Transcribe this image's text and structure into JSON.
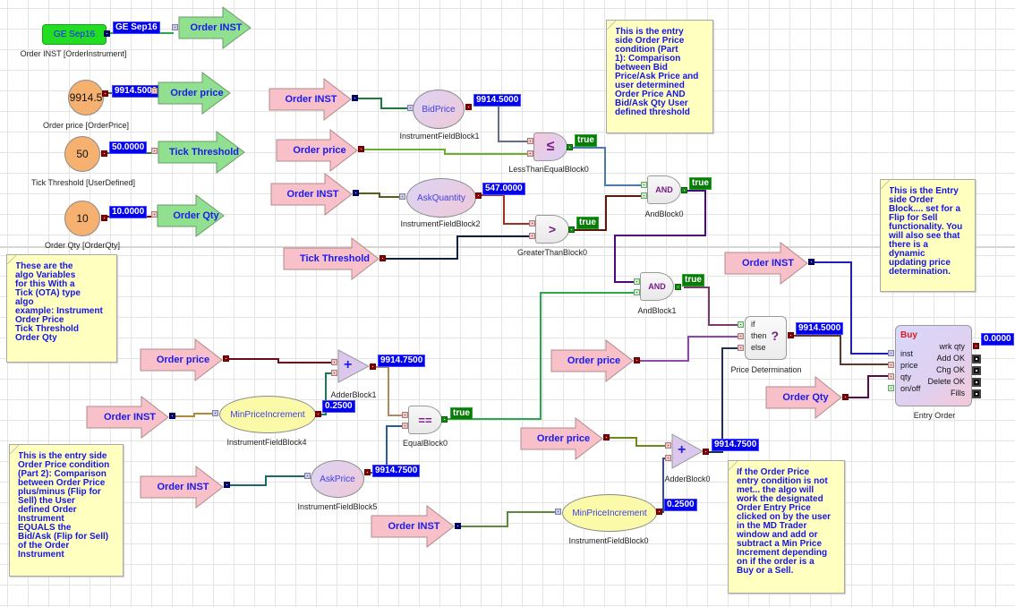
{
  "diagram": {
    "variables": {
      "order_inst": {
        "value": "GE Sep16",
        "output_value": "GE Sep16",
        "caption": "Order INST [OrderInstrument]"
      },
      "order_price": {
        "value": "9914.5",
        "output_value": "9914.5000",
        "caption": "Order price [OrderPrice]"
      },
      "tick_threshold": {
        "value": "50",
        "output_value": "50.0000",
        "caption": "Tick Threshold [UserDefined]"
      },
      "order_qty": {
        "value": "10",
        "output_value": "10.0000",
        "caption": "Order Qty [OrderQty]"
      }
    },
    "export_arrows": {
      "order_inst": "Order INST",
      "order_price": "Order price",
      "tick_threshold": "Tick Threshold",
      "order_qty": "Order Qty"
    },
    "import_arrows": {
      "order_inst": "Order INST",
      "order_price": "Order price",
      "tick_threshold": "Tick Threshold",
      "order_qty": "Order Qty"
    },
    "field_blocks": {
      "bid_price": {
        "label": "BidPrice",
        "caption": "InstrumentFieldBlock1",
        "value": "9914.5000"
      },
      "ask_quantity": {
        "label": "AskQuantity",
        "caption": "InstrumentFieldBlock2",
        "value": "547.0000"
      },
      "min_price_inc_4": {
        "label": "MinPriceIncrement",
        "caption": "InstrumentFieldBlock4",
        "value": "0.2500"
      },
      "ask_price": {
        "label": "AskPrice",
        "caption": "InstrumentFieldBlock5",
        "value": "9914.7500"
      },
      "min_price_inc_0": {
        "label": "MinPriceIncrement",
        "caption": "InstrumentFieldBlock0",
        "value": "0.2500"
      }
    },
    "gates": {
      "less_equal": {
        "symbol": "≤",
        "caption": "LessThanEqualBlock0",
        "value": "true"
      },
      "greater_than": {
        "symbol": ">",
        "caption": "GreaterThanBlock0",
        "value": "true"
      },
      "and0": {
        "symbol": "AND",
        "caption": "AndBlock0",
        "value": "true"
      },
      "and1": {
        "symbol": "AND",
        "caption": "AndBlock1",
        "value": "true"
      },
      "equal": {
        "symbol": "==",
        "caption": "EqualBlock0",
        "value": "true"
      }
    },
    "adders": {
      "adder1": {
        "symbol": "+",
        "caption": "AdderBlock1",
        "value": "9914.7500"
      },
      "adder0": {
        "symbol": "+",
        "caption": "AdderBlock0",
        "value": "9914.7500"
      }
    },
    "price_determination": {
      "caption": "Price Determination",
      "inputs": [
        "if",
        "then",
        "else"
      ],
      "symbol": "?",
      "value": "9914.5000"
    },
    "entry_order": {
      "caption": "Entry Order",
      "side": "Buy",
      "inputs": [
        "inst",
        "price",
        "qty",
        "on/off"
      ],
      "outputs": [
        "wrk qty",
        "Add OK",
        "Chg OK",
        "Delete OK",
        "Fills"
      ],
      "wrk_qty_value": "0.0000"
    },
    "notes": {
      "variables_note": [
        "These are the",
        "algo Variables",
        "for this With a",
        "Tick (OTA) type",
        "algo",
        "example: Instrument",
        "Order Price",
        "Tick Threshold",
        "Order Qty"
      ],
      "part1_note": [
        "This is the entry",
        "side Order Price",
        "condition (Part",
        "1): Comparison",
        "between Bid",
        "Price/Ask Price and",
        "user determined",
        "Order Price AND",
        "Bid/Ask Qty User",
        "defined threshold"
      ],
      "entry_block_note": [
        "This is the Entry",
        "side Order",
        "Block.... set for a",
        "Flip for Sell",
        "functionality. You",
        "will also see that",
        "there is a",
        "dynamic",
        "updating price",
        "determination."
      ],
      "part2_note": [
        "This is the entry side",
        "Order Price condition",
        "(Part 2): Comparison",
        "between Order Price",
        "plus/minus (Flip for",
        "Sell) the User",
        "defined Order",
        "Instrument",
        "EQUALS the",
        "Bid/Ask (Flip for Sell)",
        "of the Order",
        "Instrument"
      ],
      "fallback_note": [
        "If the Order Price",
        "entry condition is not",
        "met... the algo will",
        "work the designated",
        "Order Entry Price",
        "clicked on by the user",
        "in the MD Trader",
        "window and add or",
        "subtract a Min Price",
        "Increment depending",
        "on if the order is a",
        "Buy or a Sell."
      ]
    },
    "colors": {
      "value_badge": "#0000ee",
      "true_badge": "#0a7a0a",
      "export_arrow": "#90e090",
      "import_arrow": "#f8c0c8",
      "note_bg": "#ffffc0",
      "note_text": "#1515e8"
    }
  }
}
